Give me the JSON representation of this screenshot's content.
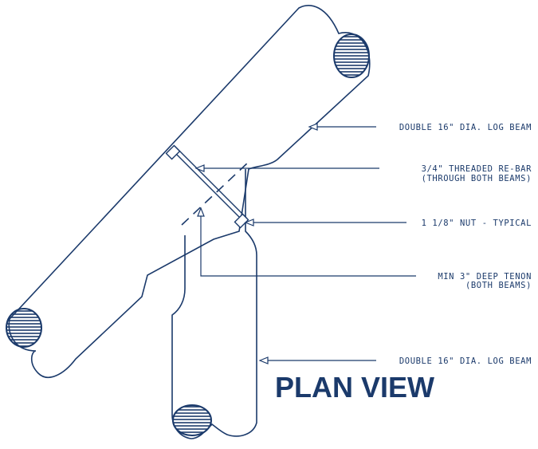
{
  "title": "PLAN VIEW",
  "labels": {
    "upper_log": "DOUBLE 16\" DIA. LOG BEAM",
    "rebar_line1": "3/4\" THREADED RE-BAR",
    "rebar_line2": "(THROUGH BOTH BEAMS)",
    "nut": "1 1/8\" NUT - TYPICAL",
    "tenon_line1": "MIN 3\" DEEP TENON",
    "tenon_line2": "(BOTH BEAMS)",
    "lower_log": "DOUBLE 16\" DIA. LOG BEAM"
  },
  "colors": {
    "ink": "#1b3a6b",
    "background": "#ffffff"
  }
}
